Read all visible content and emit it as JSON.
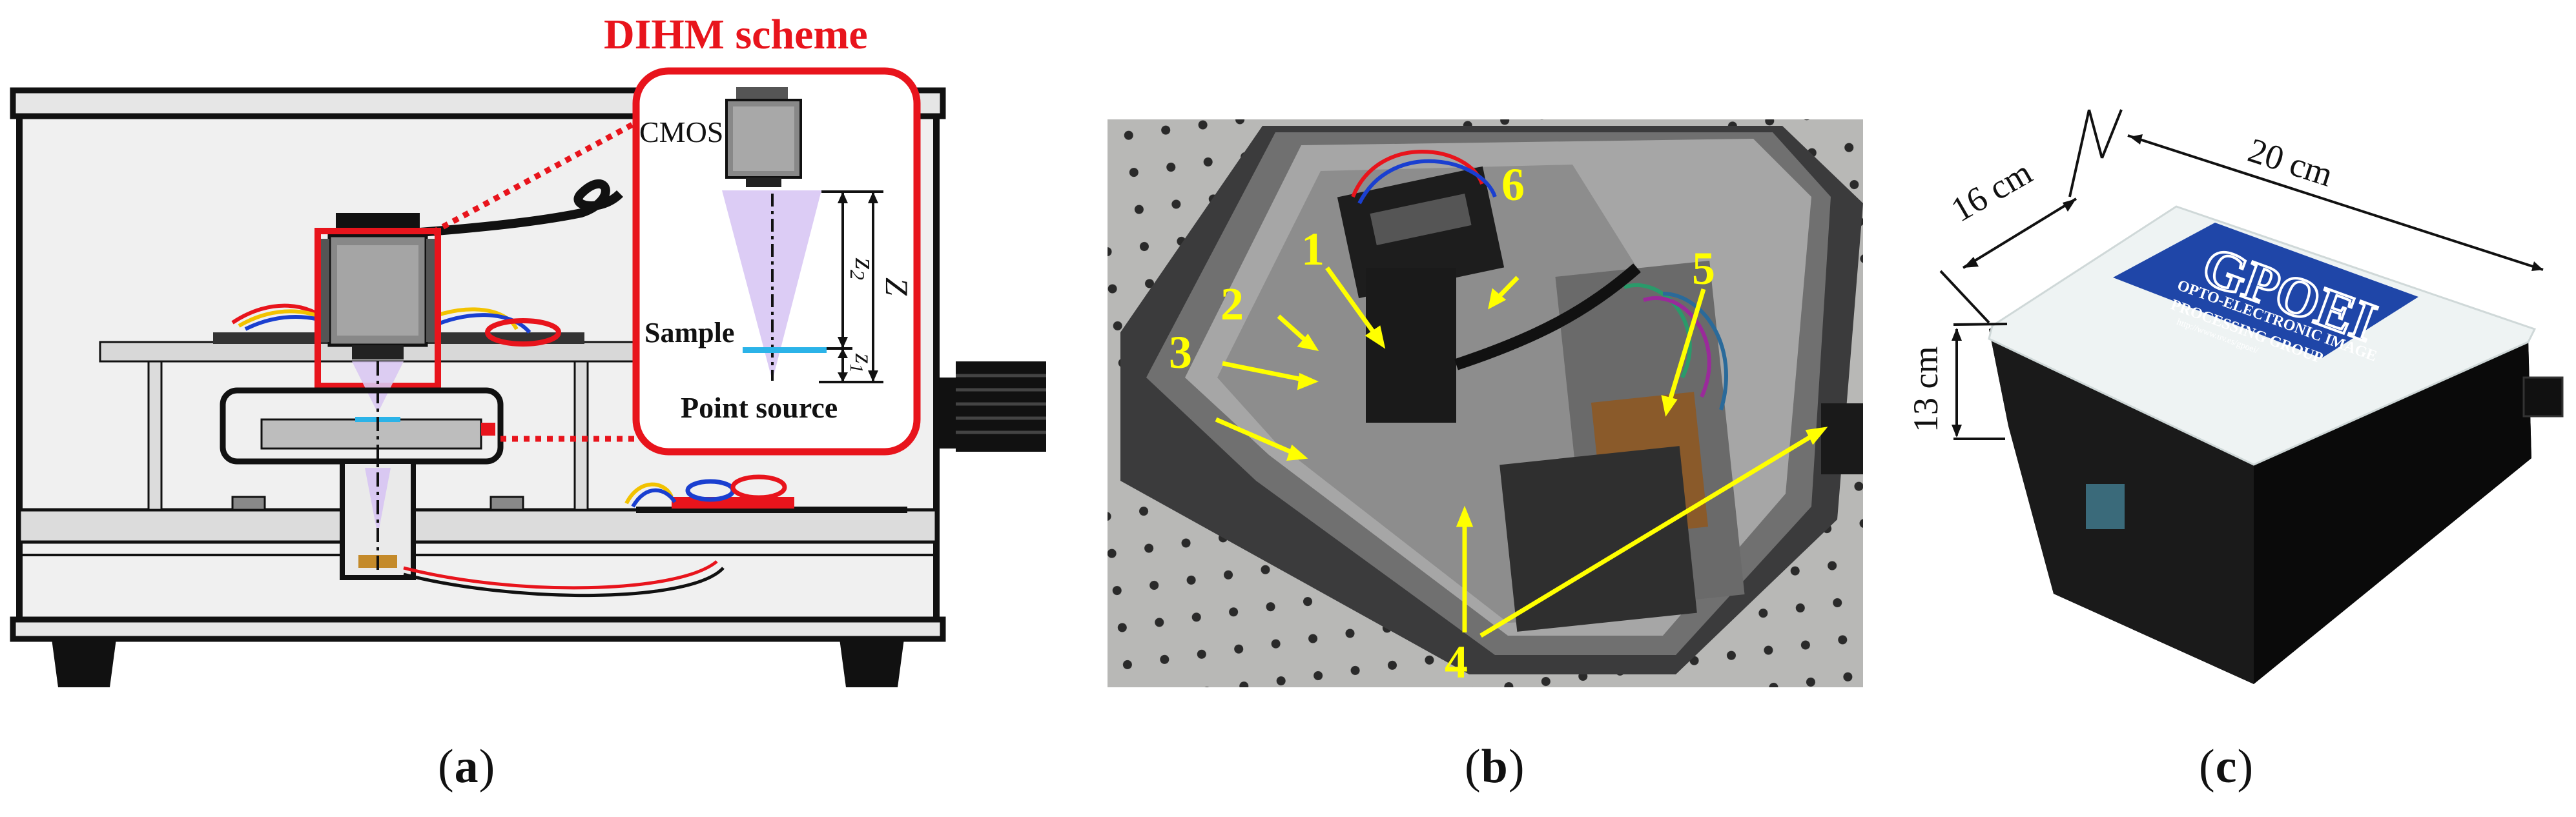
{
  "panel_a": {
    "scheme_title": "DIHM scheme",
    "label_cmos": "CMOS",
    "label_sample": "Sample",
    "label_point_source": "Point source",
    "label_z": "Z",
    "label_z2": "z",
    "label_z2_sub": "2",
    "label_z1": "z",
    "label_z1_sub": "1",
    "caption_letter": "a",
    "accent_color": "#e8141c"
  },
  "panel_b": {
    "callouts": [
      "1",
      "2",
      "3",
      "4",
      "5",
      "6"
    ],
    "caption_letter": "b",
    "callout_color": "#ffff00"
  },
  "panel_c": {
    "dim_length": "16 cm",
    "dim_width": "20 cm",
    "dim_height": "13 cm",
    "logo_text": "GPOEI",
    "logo_line1": "OPTO-ELECTRONIC IMAGE",
    "logo_line2": "PROCESSING GROUP",
    "logo_url": "http://www.uv.es/gpoei/",
    "caption_letter": "c"
  }
}
